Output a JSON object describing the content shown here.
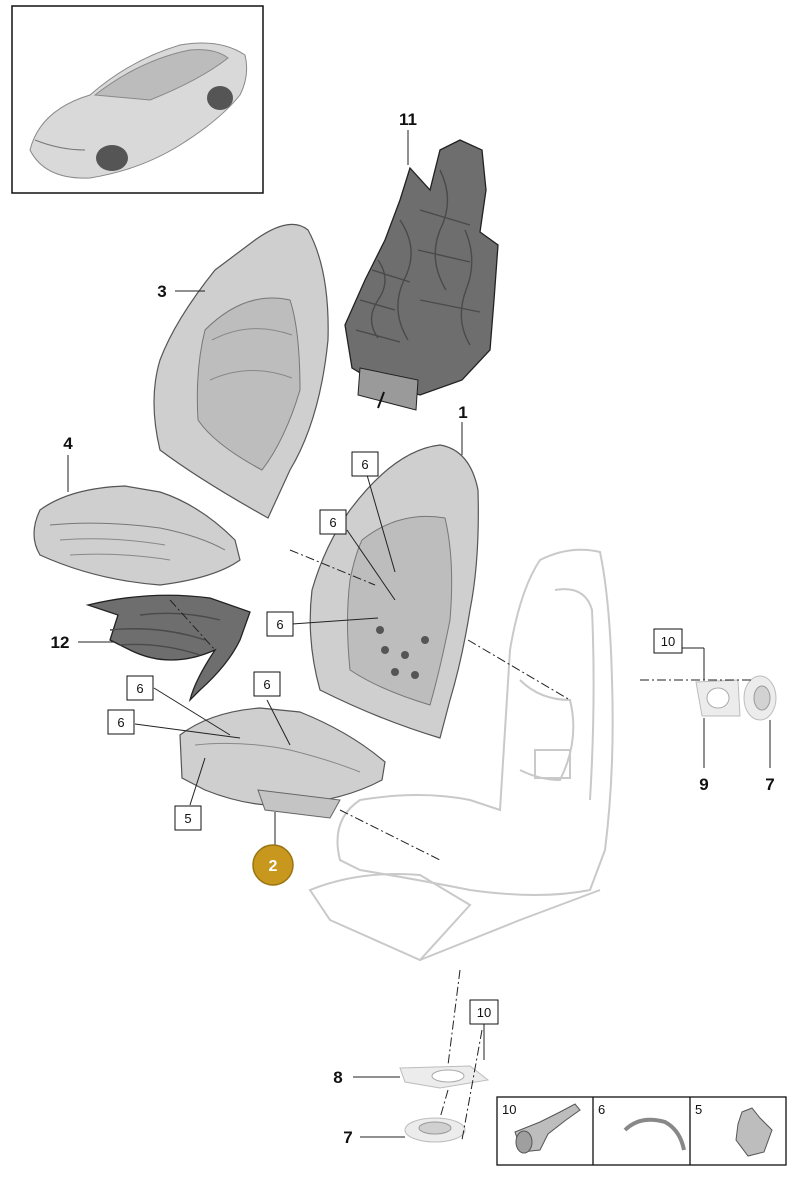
{
  "callouts": {
    "c1": "1",
    "c2": "2",
    "c3": "3",
    "c4": "4",
    "c5": "5",
    "c6a": "6",
    "c6b": "6",
    "c6c": "6",
    "c6d": "6",
    "c6e": "6",
    "c6f": "6",
    "c7a": "7",
    "c7b": "7",
    "c8": "8",
    "c9": "9",
    "c10a": "10",
    "c10b": "10",
    "c11": "11",
    "c12": "12"
  },
  "legend": {
    "items": [
      {
        "number": "10"
      },
      {
        "number": "6"
      },
      {
        "number": "5"
      }
    ]
  },
  "colors": {
    "highlight": "#c8981e",
    "part_fill": "#cfcfcf",
    "heater_fill": "#6e6e6e",
    "frame_ghost": "#c9c9c9"
  }
}
